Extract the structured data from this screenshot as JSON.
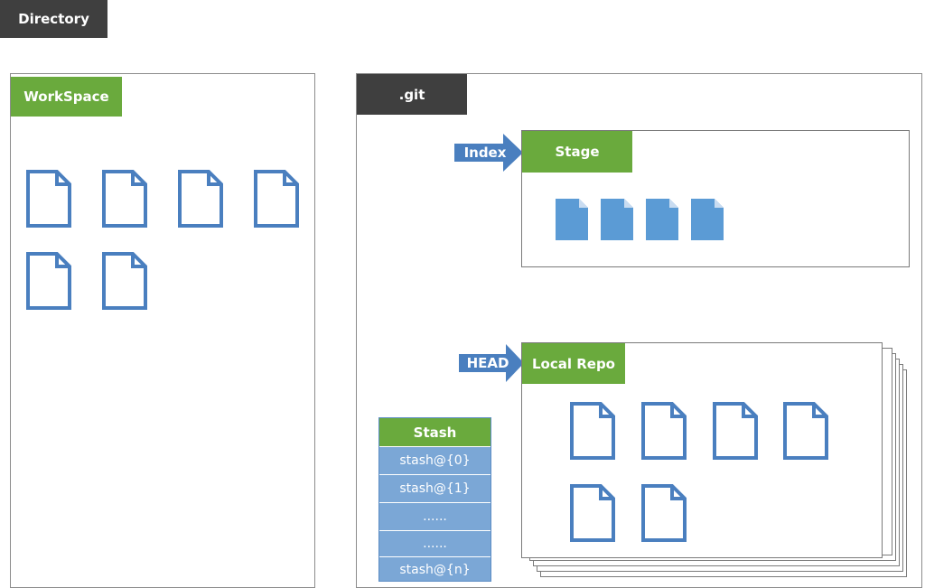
{
  "directory": {
    "label": "Directory"
  },
  "workspace": {
    "label": "WorkSpace",
    "file_count": 6
  },
  "git": {
    "label": ".git"
  },
  "stage": {
    "label": "Stage",
    "pointer_label": "Index",
    "file_count": 4
  },
  "local_repo": {
    "label": "Local Repo",
    "pointer_label": "HEAD",
    "file_count": 6
  },
  "stash": {
    "header": "Stash",
    "entries": [
      "stash@{0}",
      "stash@{1}",
      "......",
      "......",
      "stash@{n}"
    ]
  },
  "colors": {
    "accent_green": "#6aaa3d",
    "header_dark": "#3f3f3f",
    "file_blue": "#4a7fbf",
    "stash_blue": "#7ba7d6"
  },
  "icons": {
    "outline_file": "document-outline-icon",
    "solid_file": "document-filled-icon",
    "pointer": "arrow-right-icon"
  }
}
